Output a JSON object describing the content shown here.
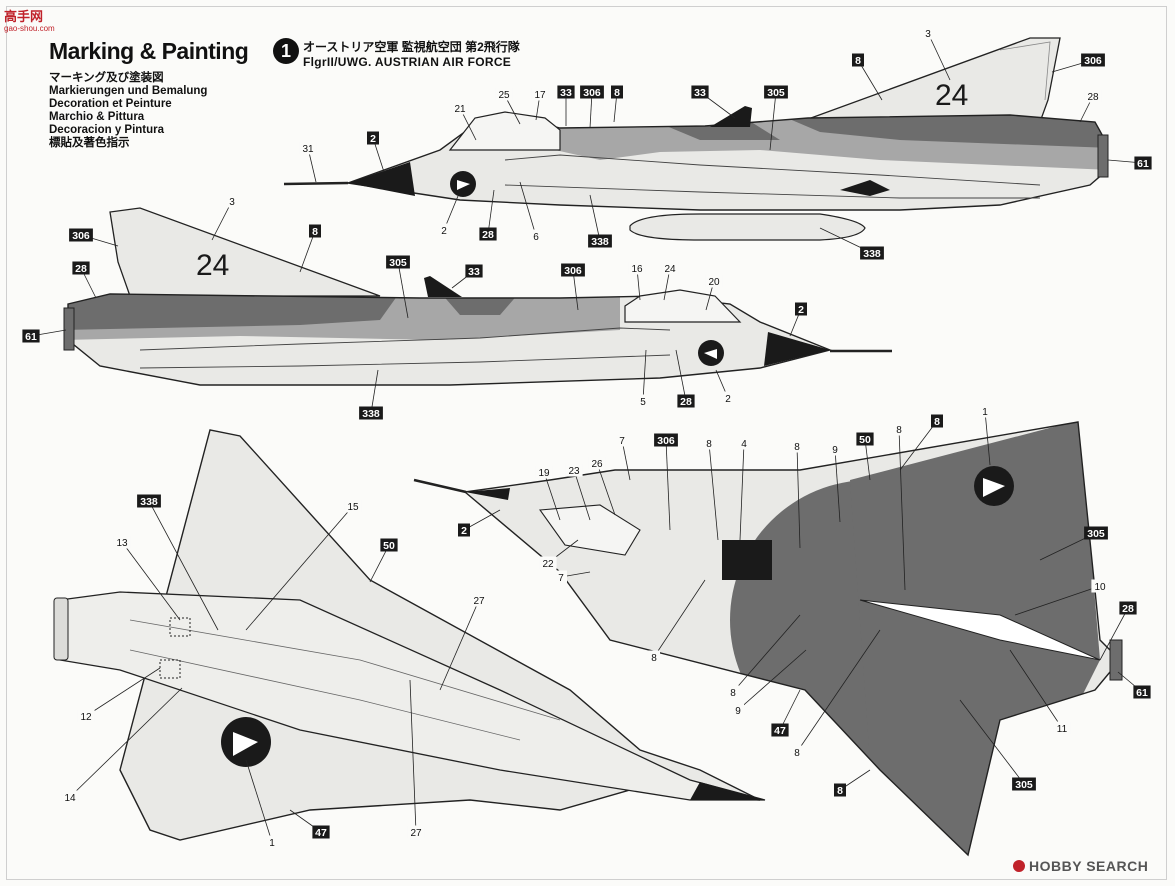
{
  "header": {
    "title": "Marking & Painting",
    "lines": [
      "マーキング及び塗装図",
      "Markierungen und Bemalung",
      "Decoration et Peinture",
      "Marchio & Pittura",
      "Decoracion y Pintura",
      "標貼及著色指示"
    ]
  },
  "scheme": {
    "number": "1",
    "title_jp": "オーストリア空軍 監視航空団 第2飛行隊",
    "title_en": "FlgrII/UWG. AUSTRIAN AIR FORCE"
  },
  "watermark_top": {
    "brand": "高手网",
    "url": "gao-shou.com"
  },
  "watermark_bottom": "HOBBY SEARCH",
  "tail_number": "24",
  "colors": {
    "dark_grey": "#6d6d6d",
    "mid_grey": "#a7a7a7",
    "light_grey": "#e9e9e6",
    "black": "#1a1a1a",
    "line": "#222222"
  },
  "callouts": {
    "side_right": [
      {
        "id": "c01",
        "label": "3",
        "boxed": false
      },
      {
        "id": "c02",
        "label": "306",
        "boxed": true
      },
      {
        "id": "c03",
        "label": "8",
        "boxed": true
      },
      {
        "id": "c04",
        "label": "28",
        "boxed": false
      },
      {
        "id": "c05",
        "label": "61",
        "boxed": true
      },
      {
        "id": "c06",
        "label": "33",
        "boxed": true
      },
      {
        "id": "c07",
        "label": "305",
        "boxed": true
      },
      {
        "id": "c08",
        "label": "338",
        "boxed": true
      },
      {
        "id": "c09",
        "label": "338",
        "boxed": true
      },
      {
        "id": "c10",
        "label": "25",
        "boxed": false
      },
      {
        "id": "c11",
        "label": "17",
        "boxed": false
      },
      {
        "id": "c12",
        "label": "33",
        "boxed": true
      },
      {
        "id": "c13",
        "label": "306",
        "boxed": true
      },
      {
        "id": "c14",
        "label": "8",
        "boxed": true
      },
      {
        "id": "c15",
        "label": "21",
        "boxed": false
      },
      {
        "id": "c16",
        "label": "31",
        "boxed": false
      },
      {
        "id": "c17",
        "label": "2",
        "boxed": true
      },
      {
        "id": "c18",
        "label": "2",
        "boxed": false
      },
      {
        "id": "c19",
        "label": "28",
        "boxed": true
      },
      {
        "id": "c20",
        "label": "6",
        "boxed": false
      }
    ],
    "side_left": [
      {
        "id": "d01",
        "label": "306",
        "boxed": true
      },
      {
        "id": "d02",
        "label": "3",
        "boxed": false
      },
      {
        "id": "d03",
        "label": "8",
        "boxed": true
      },
      {
        "id": "d04",
        "label": "28",
        "boxed": true
      },
      {
        "id": "d05",
        "label": "61",
        "boxed": true
      },
      {
        "id": "d06",
        "label": "305",
        "boxed": true
      },
      {
        "id": "d07",
        "label": "33",
        "boxed": true
      },
      {
        "id": "d08",
        "label": "306",
        "boxed": true
      },
      {
        "id": "d09",
        "label": "16",
        "boxed": false
      },
      {
        "id": "d10",
        "label": "24",
        "boxed": false
      },
      {
        "id": "d11",
        "label": "20",
        "boxed": false
      },
      {
        "id": "d12",
        "label": "2",
        "boxed": true
      },
      {
        "id": "d13",
        "label": "338",
        "boxed": true
      },
      {
        "id": "d14",
        "label": "5",
        "boxed": false
      },
      {
        "id": "d15",
        "label": "28",
        "boxed": true
      },
      {
        "id": "d16",
        "label": "2",
        "boxed": false
      }
    ],
    "bottom_view": [
      {
        "id": "e01",
        "label": "338",
        "boxed": true
      },
      {
        "id": "e02",
        "label": "15",
        "boxed": false
      },
      {
        "id": "e03",
        "label": "50",
        "boxed": true
      },
      {
        "id": "e04",
        "label": "13",
        "boxed": false
      },
      {
        "id": "e05",
        "label": "27",
        "boxed": false
      },
      {
        "id": "e06",
        "label": "12",
        "boxed": false
      },
      {
        "id": "e07",
        "label": "14",
        "boxed": false
      },
      {
        "id": "e08",
        "label": "47",
        "boxed": true
      },
      {
        "id": "e09",
        "label": "27",
        "boxed": false
      },
      {
        "id": "e10",
        "label": "1",
        "boxed": false
      }
    ],
    "top_view": [
      {
        "id": "f01",
        "label": "7",
        "boxed": false
      },
      {
        "id": "f02",
        "label": "306",
        "boxed": true
      },
      {
        "id": "f03",
        "label": "8",
        "boxed": false
      },
      {
        "id": "f04",
        "label": "4",
        "boxed": false
      },
      {
        "id": "f05",
        "label": "8",
        "boxed": false
      },
      {
        "id": "f06",
        "label": "9",
        "boxed": false
      },
      {
        "id": "f07",
        "label": "50",
        "boxed": true
      },
      {
        "id": "f08",
        "label": "8",
        "boxed": false
      },
      {
        "id": "f09",
        "label": "8",
        "boxed": true
      },
      {
        "id": "f10",
        "label": "1",
        "boxed": false
      },
      {
        "id": "f11",
        "label": "19",
        "boxed": false
      },
      {
        "id": "f12",
        "label": "23",
        "boxed": false
      },
      {
        "id": "f13",
        "label": "26",
        "boxed": false
      },
      {
        "id": "f14",
        "label": "2",
        "boxed": true
      },
      {
        "id": "f15",
        "label": "22",
        "boxed": false
      },
      {
        "id": "f16",
        "label": "7",
        "boxed": false
      },
      {
        "id": "f17",
        "label": "305",
        "boxed": true
      },
      {
        "id": "f18",
        "label": "10",
        "boxed": false
      },
      {
        "id": "f19",
        "label": "28",
        "boxed": true
      },
      {
        "id": "f20",
        "label": "8",
        "boxed": false
      },
      {
        "id": "f21",
        "label": "8",
        "boxed": false
      },
      {
        "id": "f22",
        "label": "9",
        "boxed": false
      },
      {
        "id": "f23",
        "label": "47",
        "boxed": true
      },
      {
        "id": "f24",
        "label": "8",
        "boxed": false
      },
      {
        "id": "f25",
        "label": "11",
        "boxed": false
      },
      {
        "id": "f26",
        "label": "61",
        "boxed": true
      },
      {
        "id": "f27",
        "label": "8",
        "boxed": true
      },
      {
        "id": "f28",
        "label": "305",
        "boxed": true
      }
    ]
  }
}
